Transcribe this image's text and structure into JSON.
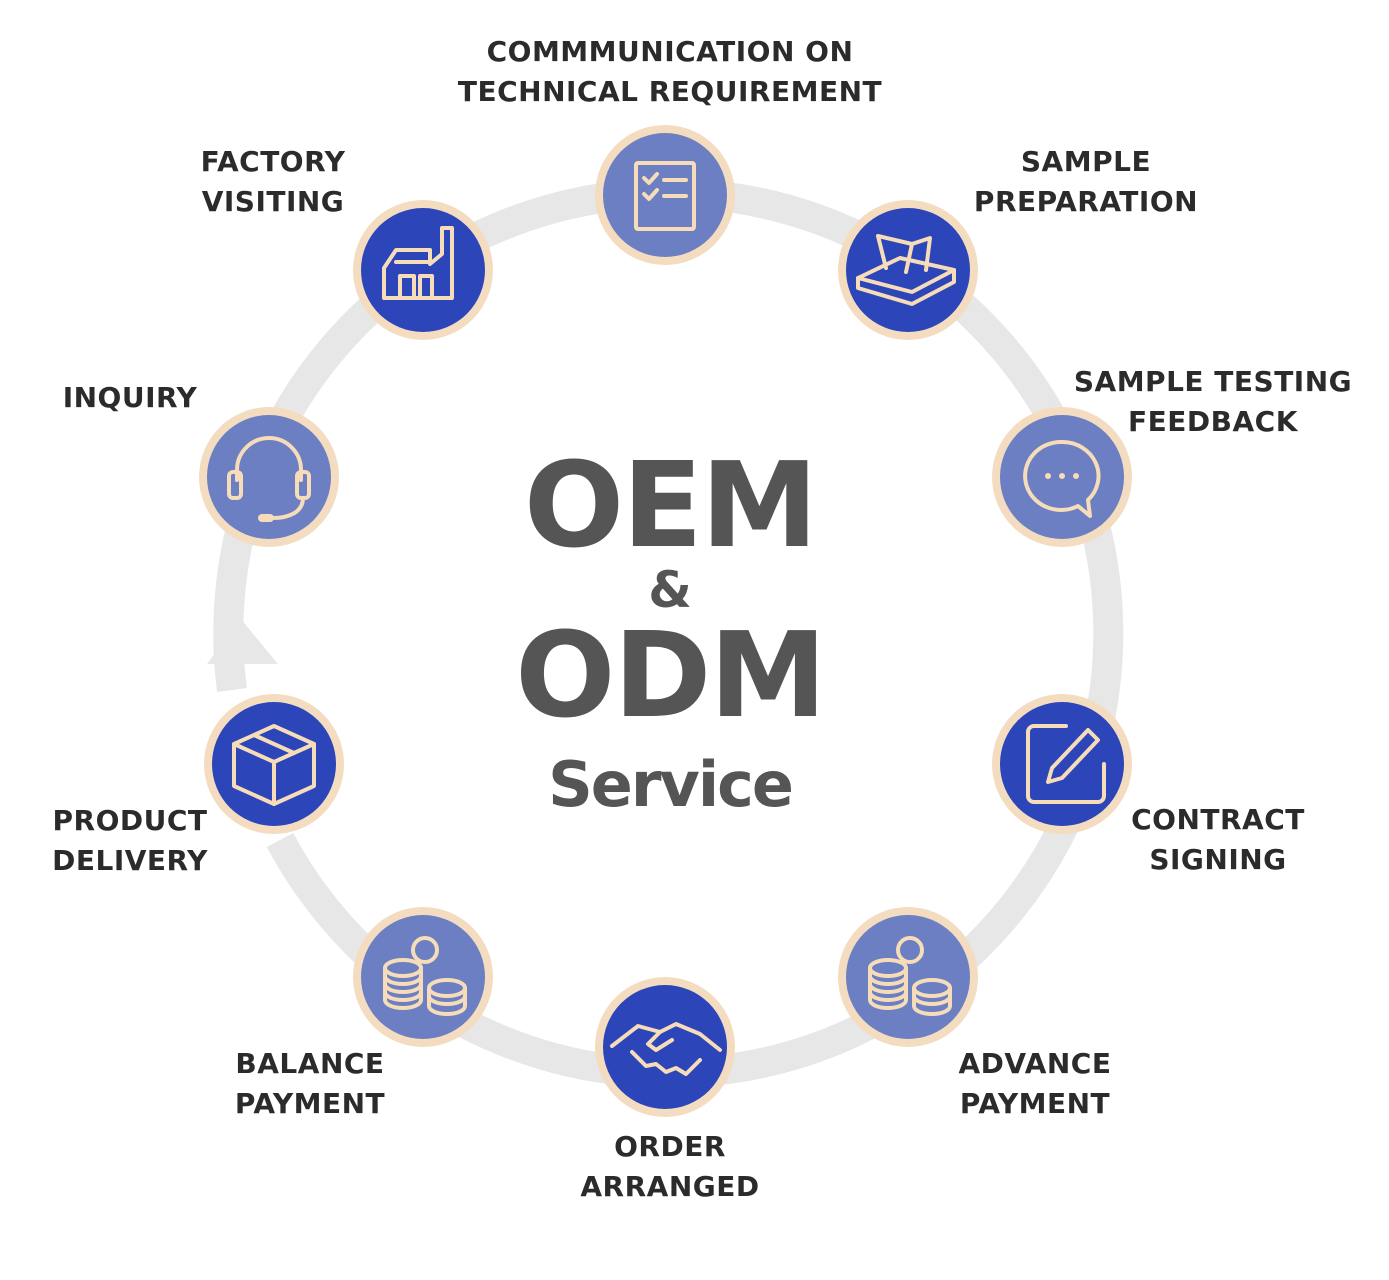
{
  "center": {
    "line1": "OEM",
    "line2": "&",
    "line3": "ODM",
    "line4": "Service"
  },
  "colors": {
    "ring": "#e7e7e7",
    "node_light": "#6b7fc2",
    "node_dark": "#2c45b8",
    "node_halo": "#f3dcc0",
    "icon": "#f6dcb8",
    "label_text": "#2b2b2b",
    "center_text": "#555555"
  },
  "steps": [
    {
      "id": "communication",
      "icon": "checklist-icon",
      "tone": "light",
      "lines": [
        "COMMMUNICATION ON",
        "TECHNICAL REQUIREMENT"
      ]
    },
    {
      "id": "sample-preparation",
      "icon": "tissue-box-icon",
      "tone": "dark",
      "lines": [
        "SAMPLE",
        "PREPARATION"
      ]
    },
    {
      "id": "sample-testing",
      "icon": "chat-bubble-icon",
      "tone": "light",
      "lines": [
        "SAMPLE TESTING",
        "FEEDBACK"
      ]
    },
    {
      "id": "contract-signing",
      "icon": "edit-pencil-icon",
      "tone": "dark",
      "lines": [
        "CONTRACT",
        "SIGNING"
      ]
    },
    {
      "id": "advance-payment",
      "icon": "coins-icon",
      "tone": "light",
      "lines": [
        "ADVANCE",
        "PAYMENT"
      ]
    },
    {
      "id": "order-arranged",
      "icon": "handshake-icon",
      "tone": "dark",
      "lines": [
        "ORDER",
        "ARRANGED"
      ]
    },
    {
      "id": "balance-payment",
      "icon": "coins-icon",
      "tone": "light",
      "lines": [
        "BALANCE",
        "PAYMENT"
      ]
    },
    {
      "id": "product-delivery",
      "icon": "box-icon",
      "tone": "dark",
      "lines": [
        "PRODUCT",
        "DELIVERY"
      ]
    },
    {
      "id": "inquiry",
      "icon": "headset-icon",
      "tone": "light",
      "lines": [
        "INQUIRY"
      ]
    },
    {
      "id": "factory-visiting",
      "icon": "factory-icon",
      "tone": "dark",
      "lines": [
        "FACTORY",
        "VISITING"
      ]
    }
  ]
}
